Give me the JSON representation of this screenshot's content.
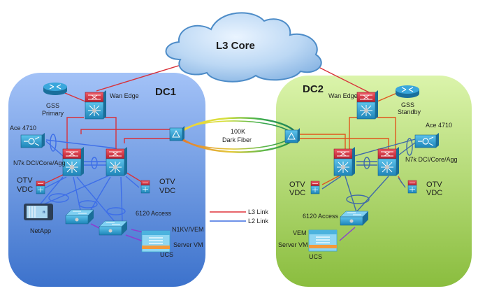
{
  "diagram": {
    "cloud": {
      "label": "L3 Core"
    },
    "dc1": {
      "title": "DC1",
      "fill_top": "#9cbcf5",
      "fill_bottom": "#3f75cf",
      "labels": {
        "gss": "GSS",
        "gss_role": "Primary",
        "wan_edge": "Wan Edge",
        "ace": "Ace 4710",
        "n7k": "N7k DCI/Core/Agg",
        "otv_left_1": "OTV",
        "otv_left_2": "VDC",
        "otv_right_1": "OTV",
        "otv_right_2": "VDC",
        "netapp": "NetApp",
        "access": "6120 Access",
        "n1kv": "N1KV/VEM",
        "server_vm": "Server VM",
        "ucs": "UCS"
      }
    },
    "dc2": {
      "title": "DC2",
      "fill_top": "#d7f3a3",
      "fill_bottom": "#8cc043",
      "labels": {
        "gss": "GSS",
        "gss_role": "Standby",
        "wan_edge": "Wan Edge",
        "ace": "Ace 4710",
        "n7k": "N7k DCI/Core/Agg",
        "otv_left_1": "OTV",
        "otv_left_2": "VDC",
        "otv_right_1": "OTV",
        "otv_right_2": "VDC",
        "access": "6120 Access",
        "vem": "VEM",
        "server_vm": "Server VM",
        "ucs": "UCS"
      }
    },
    "fiber": {
      "line1": "100K",
      "line2": "Dark Fiber"
    },
    "legend": {
      "items": [
        {
          "label": "L3 Link",
          "color": "#e0343a"
        },
        {
          "label": "L2 Link",
          "color": "#3f6fe0"
        }
      ]
    },
    "colors": {
      "l3": "#d8313a",
      "l2": "#3d6ee8",
      "l2_dc2": "#3f6aa8",
      "l3_dc2": "#e0561d",
      "ucs_link": "#8a3fd0",
      "device_blue": "#2b93c4",
      "device_red": "#c8283a"
    }
  }
}
